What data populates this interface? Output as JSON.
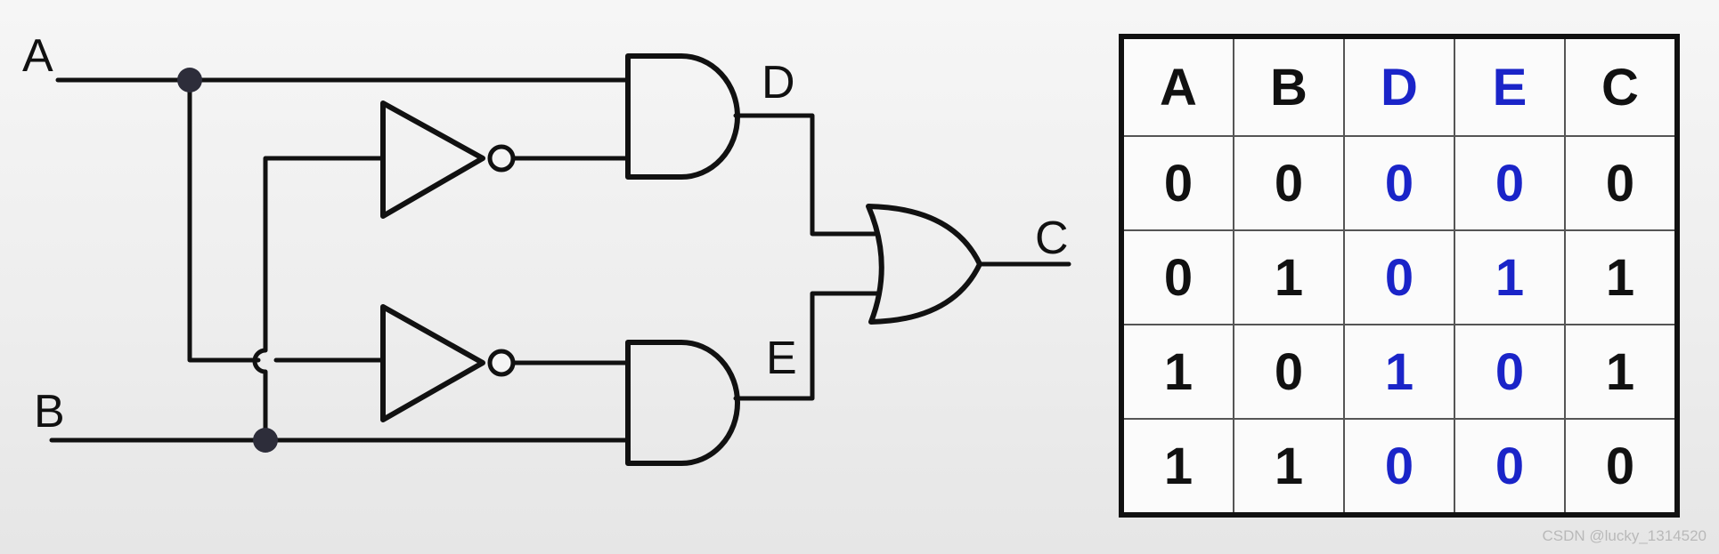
{
  "circuit": {
    "input_a_label": "A",
    "input_b_label": "B",
    "and_top_output_label": "D",
    "and_bottom_output_label": "E",
    "or_output_label": "C"
  },
  "truth_table": {
    "headers": [
      "A",
      "B",
      "D",
      "E",
      "C"
    ],
    "highlight_columns": [
      2,
      3
    ],
    "highlight_color": "#1a24c8",
    "rows": [
      [
        "0",
        "0",
        "0",
        "0",
        "0"
      ],
      [
        "0",
        "1",
        "0",
        "1",
        "1"
      ],
      [
        "1",
        "0",
        "1",
        "0",
        "1"
      ],
      [
        "1",
        "1",
        "0",
        "0",
        "0"
      ]
    ]
  },
  "watermark": "CSDN @lucky_1314520"
}
